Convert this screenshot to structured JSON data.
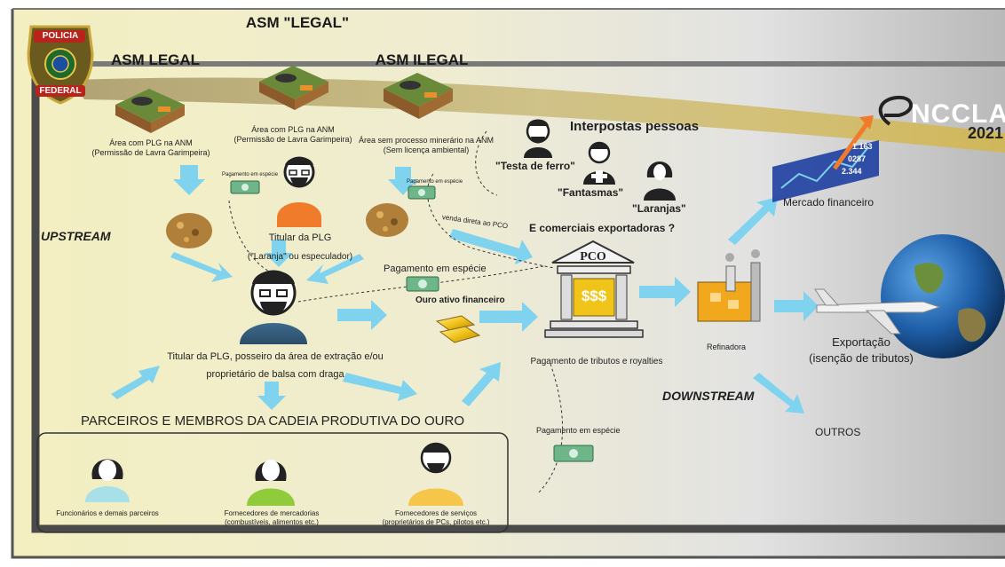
{
  "badge": {
    "line1": "POLICIA",
    "line2": "FEDERAL"
  },
  "logo": {
    "letters": "NCCLA",
    "year": "2021"
  },
  "sources": [
    {
      "title": "ASM LEGAL",
      "line1": "Área com PLG na ANM",
      "line2": "(Permissão de Lavra Garimpeira)"
    },
    {
      "title": "ASM \"LEGAL\"",
      "line1": "Área com PLG na ANM",
      "line2": "(Permissão de Lavra Garimpeira)"
    },
    {
      "title": "ASM ILEGAL",
      "line1": "Área sem processo minerário na ANM",
      "line2": "(Sem licença ambiental)"
    }
  ],
  "plg_holder": {
    "line1": "Titular da PLG",
    "line2": "(\"Laranja\" ou especulador)"
  },
  "small_payment_1": "Pagamento em espécie",
  "small_payment_2": "Pagamento em espécie",
  "interpostas": {
    "title": "Interpostas pessoas",
    "testa": "\"Testa de ferro\"",
    "fantasmas": "\"Fantasmas\"",
    "laranjas": "\"Laranjas\""
  },
  "exporters": "E comerciais exportadoras ?",
  "direct_sale": "venda direta ao PCO",
  "upstream": "UPSTREAM",
  "downstream": "DOWNSTREAM",
  "payment_mid": "Pagamento em espécie",
  "ouro": "Ouro ativo financeiro",
  "pco": {
    "label": "PCO",
    "money": "$$$"
  },
  "tributos": "Pagamento de tributos e royalties",
  "titular": {
    "line1": "Titular da PLG, posseiro da área de extração e/ou",
    "line2": "proprietário de balsa com draga"
  },
  "refinadora": "Refinadora",
  "mercado": "Mercado financeiro",
  "exportacao": {
    "line1": "Exportação",
    "line2": "(isenção de tributos)"
  },
  "outros": "OUTROS",
  "payment_bottom": "Pagamento em espécie",
  "parceiros_title": "PARCEIROS E MEMBROS DA CADEIA PRODUTIVA DO OURO",
  "parceiros": [
    {
      "line1": "Funcionários e demais parceiros",
      "line2": ""
    },
    {
      "line1": "Fornecedores de mercadorias",
      "line2": "(combustíveis, alimentos etc.)"
    },
    {
      "line1": "Fornecedores de serviços",
      "line2": "(proprietários de PCs, pilotos etc.)"
    }
  ],
  "ticker": {
    "v1": "1.163",
    "v2": "0287",
    "v3": "2.344"
  },
  "colors": {
    "arrow": "#7fd3ee",
    "frame": "#4a4a4a",
    "gold": "#f0c419",
    "band": "#8f8f8f"
  }
}
